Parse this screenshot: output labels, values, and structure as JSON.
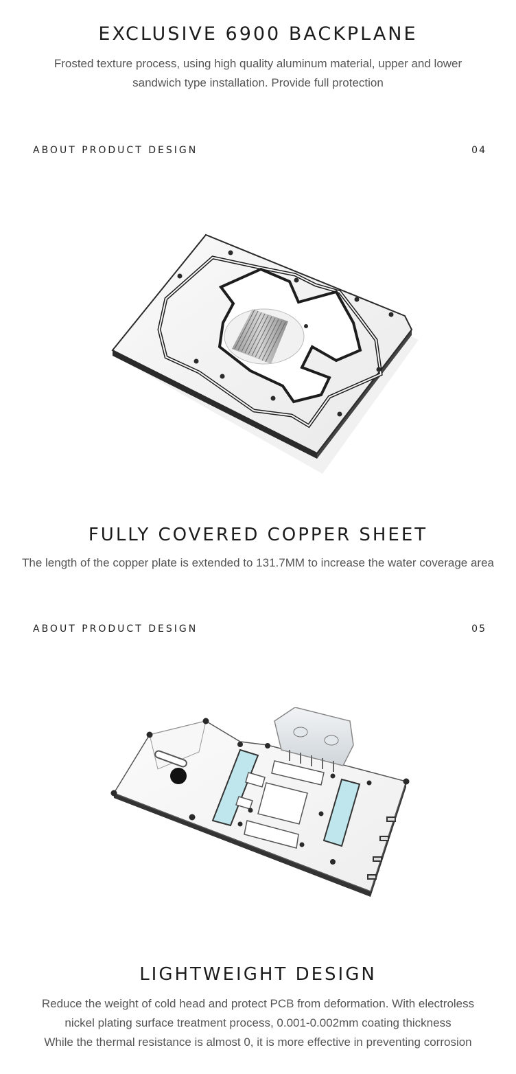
{
  "sections": [
    {
      "title": "EXCLUSIVE 6900 BACKPLANE",
      "desc_lines": [
        "Frosted texture process, using high quality aluminum material, upper and lower",
        "sandwich type installation. Provide full protection"
      ]
    },
    {
      "label": "ABOUT PRODUCT DESIGN",
      "number": "04",
      "image": "backplane-product-image",
      "title": "FULLY COVERED COPPER SHEET",
      "desc_lines": [
        "The length of the copper plate is extended to 131.7MM to increase the water coverage area"
      ]
    },
    {
      "label": "ABOUT PRODUCT DESIGN",
      "number": "05",
      "image": "waterblock-product-image",
      "title": "LIGHTWEIGHT DESIGN",
      "desc_lines": [
        "Reduce the weight of cold head and protect PCB from deformation. With electroless",
        "nickel plating surface treatment process, 0.001-0.002mm coating thickness",
        "While the thermal resistance is almost 0, it is more effective in preventing corrosion"
      ]
    }
  ],
  "colors": {
    "heading": "#1c1c1c",
    "body_text": "#555555",
    "thermal_pad": "#bfe6ec",
    "metal_edge": "#2a2a2a"
  }
}
